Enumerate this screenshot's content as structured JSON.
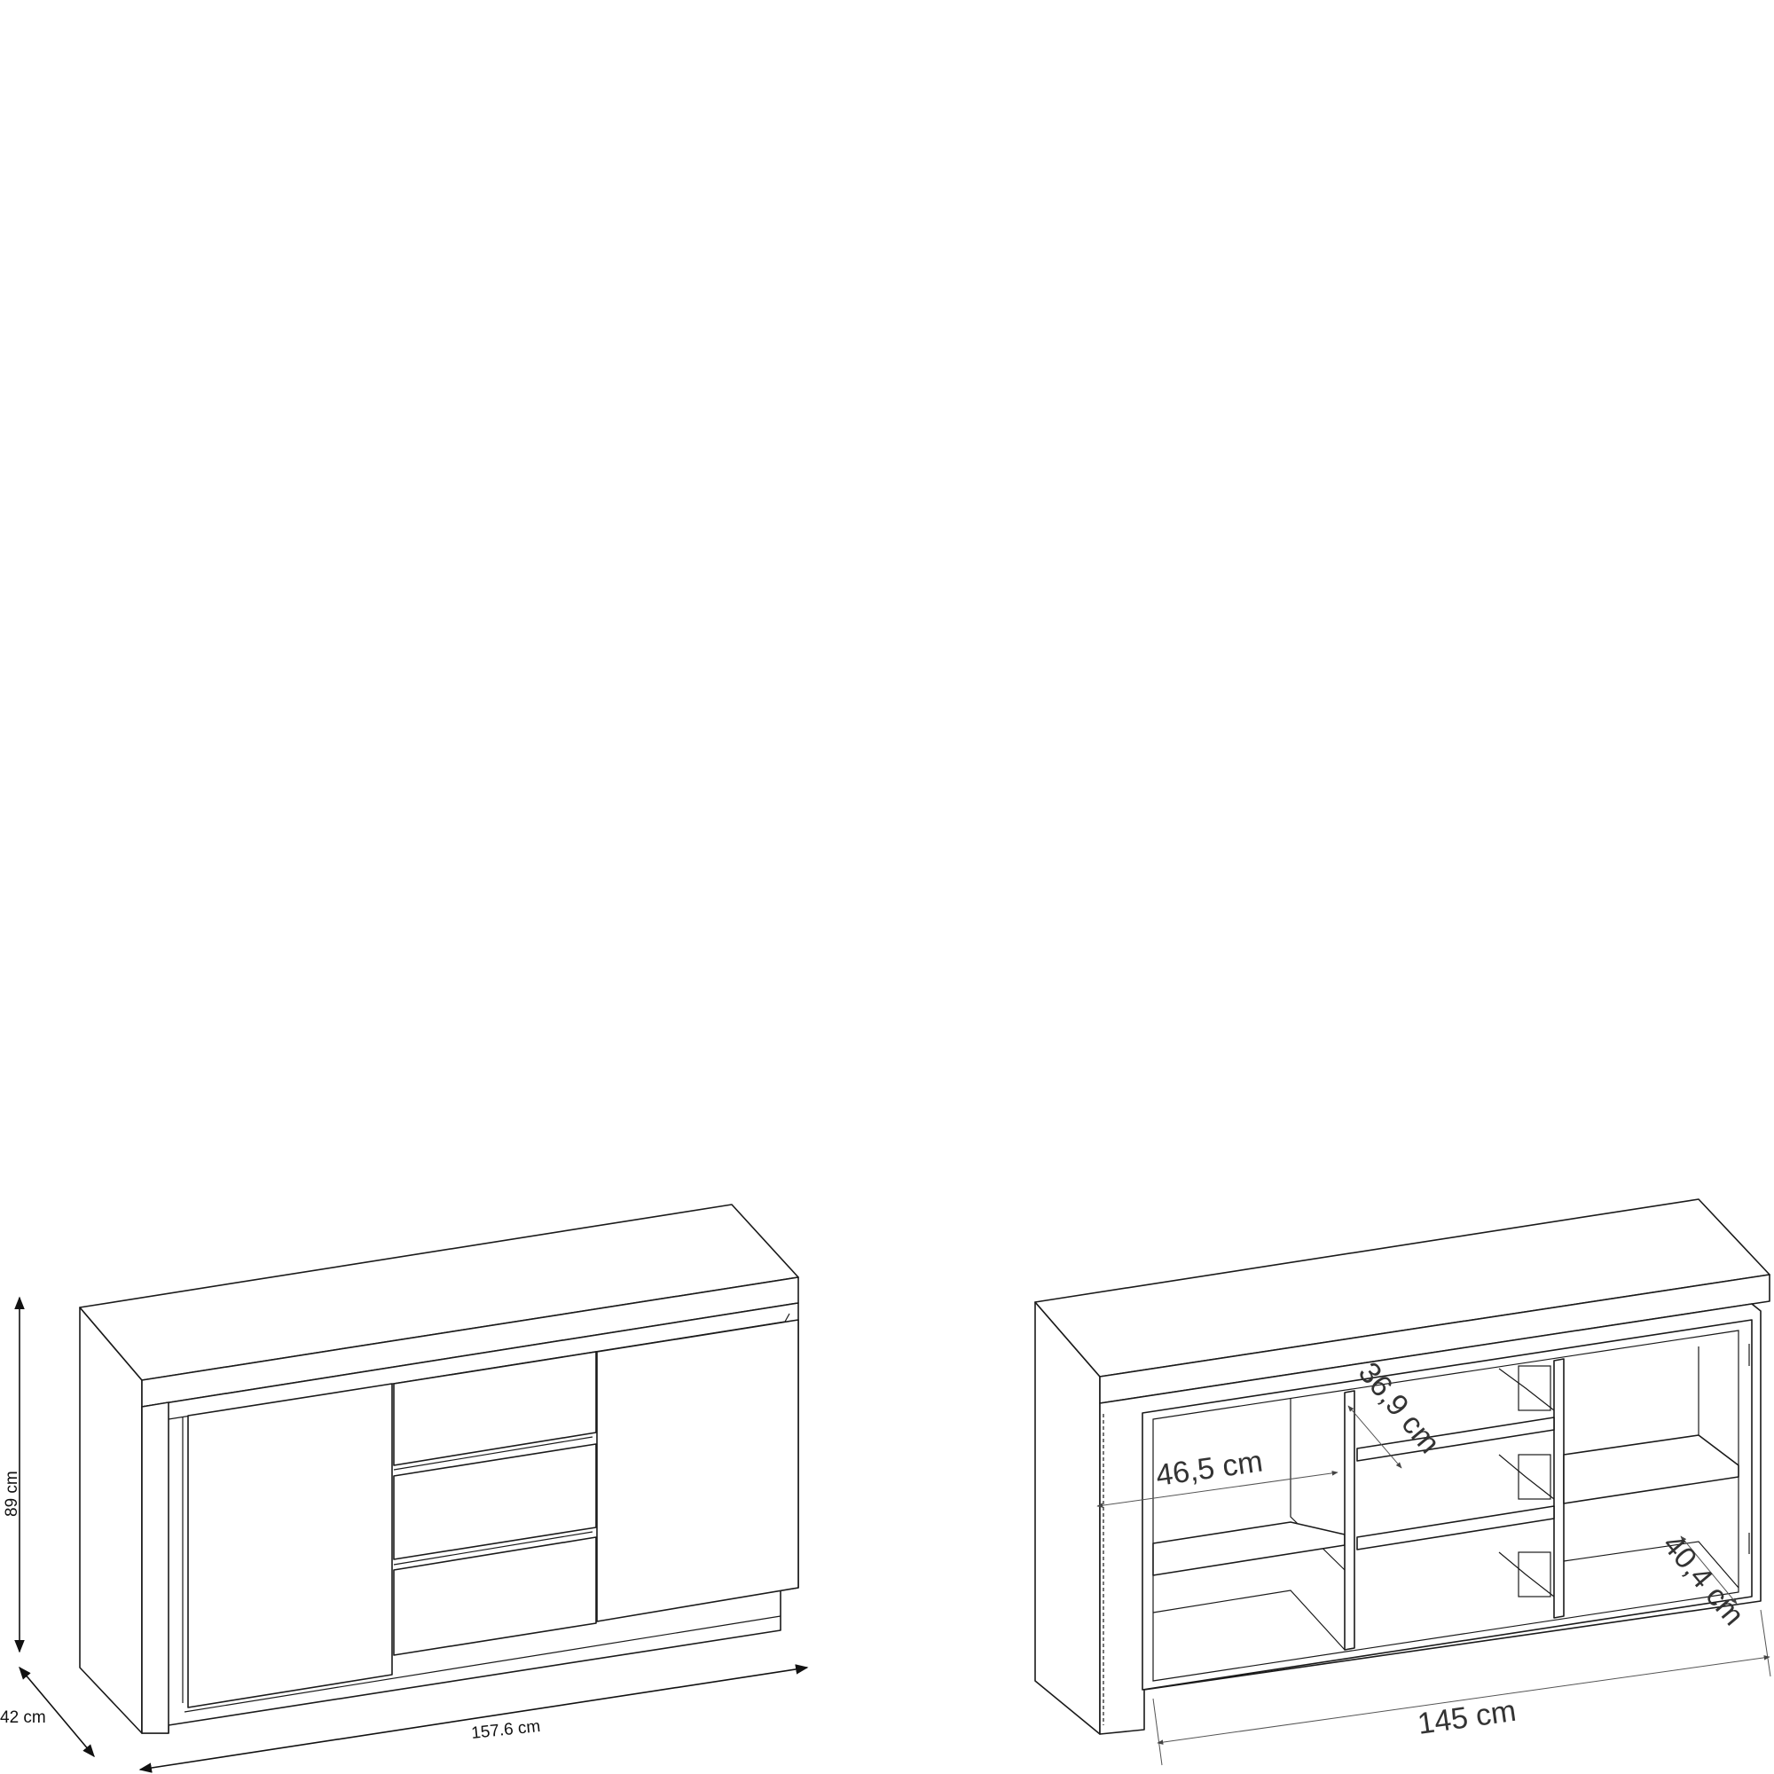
{
  "left_view": {
    "height_label": "89 cm",
    "depth_label": "42 cm",
    "width_label": "157.6 cm"
  },
  "right_view": {
    "inner_width_label": "145 cm",
    "compartment_width_label": "46,5 cm",
    "drawer_depth_label": "36,9 cm",
    "shelf_depth_label": "40,4 cm"
  },
  "colors": {
    "line": "#1a1a1a",
    "dimension": "#333333"
  }
}
